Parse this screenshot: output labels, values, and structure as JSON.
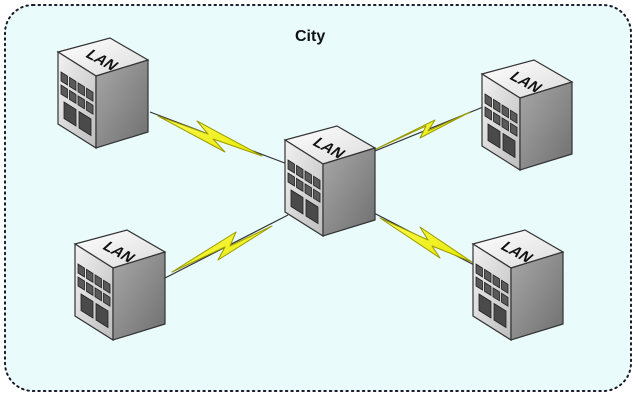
{
  "diagram": {
    "region_label": "City",
    "node_label": "LAN",
    "nodes": [
      {
        "id": "lan-top-left",
        "label": "LAN"
      },
      {
        "id": "lan-center",
        "label": "LAN"
      },
      {
        "id": "lan-top-right",
        "label": "LAN"
      },
      {
        "id": "lan-bottom-left",
        "label": "LAN"
      },
      {
        "id": "lan-bottom-right",
        "label": "LAN"
      }
    ],
    "links": [
      {
        "from": "lan-top-left",
        "to": "lan-center",
        "type": "wireless"
      },
      {
        "from": "lan-top-right",
        "to": "lan-center",
        "type": "wireless"
      },
      {
        "from": "lan-bottom-left",
        "to": "lan-center",
        "type": "wireless"
      },
      {
        "from": "lan-bottom-right",
        "to": "lan-center",
        "type": "wireless"
      }
    ],
    "colors": {
      "region_fill": "#e9fbfb",
      "region_border": "#1a1a2a",
      "bolt_fill": "#f2f20c",
      "bolt_stroke": "#9a9a00",
      "building_front": "#d9d9d9",
      "building_side": "#8f8f8f",
      "building_top": "#f4f4f4"
    }
  }
}
